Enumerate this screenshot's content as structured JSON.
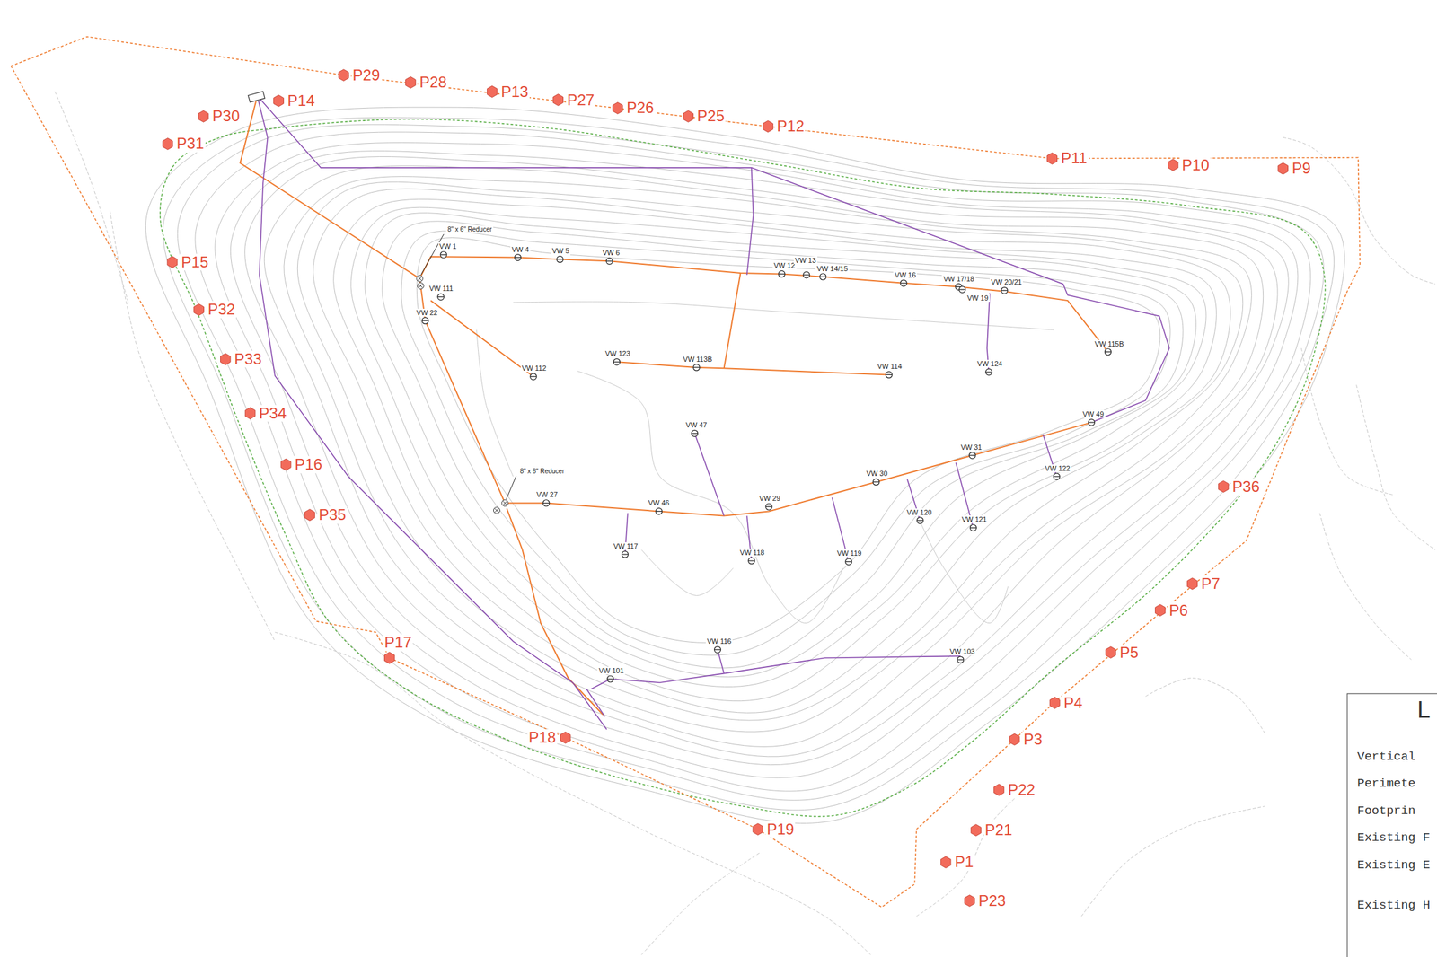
{
  "diagram": {
    "labels": [
      "P29",
      "P28",
      "P13",
      "P27",
      "P26",
      "P25",
      "P12",
      "P11",
      "P10",
      "P9",
      "P14",
      "P30",
      "P31",
      "P15",
      "P32",
      "P33",
      "P34",
      "P16",
      "P35",
      "P17",
      "P18",
      "P19",
      "P36",
      "P7",
      "P6",
      "P5",
      "P4",
      "P3",
      "P22",
      "P21",
      "P1",
      "P23",
      "VW 1",
      "VW 4",
      "VW 5",
      "VW 6",
      "VW 12",
      "VW 13",
      "VW 14/15",
      "VW 16",
      "VW 17/18",
      "VW 19",
      "VW 20/21",
      "VW 111",
      "VW 22",
      "VW 115B",
      "VW 123",
      "VW 113B",
      "VW 114",
      "VW 124",
      "VW 112",
      "VW 49",
      "VW 47",
      "VW 31",
      "VW 122",
      "VW 30",
      "VW 27",
      "VW 46",
      "VW 29",
      "VW 120",
      "VW 121",
      "VW 117",
      "VW 118",
      "VW 119",
      "VW 116",
      "VW 103",
      "VW 101",
      "8\" x 6\" Reducer",
      "8\" x 6\" Reducer",
      "L"
    ],
    "legend": [
      {
        "text": "Vertical"
      },
      {
        "text": "Perimete"
      },
      {
        "text": "Footprin"
      },
      {
        "text": "Existing F"
      },
      {
        "text": "Existing E"
      },
      {
        "text": "Existing H"
      }
    ]
  }
}
